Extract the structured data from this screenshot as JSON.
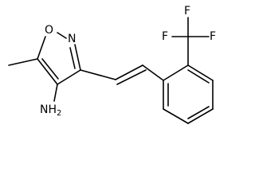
{
  "molecule": {
    "atoms": {
      "ring_oxygen": "O",
      "ring_nitrogen": "N",
      "fluorine_top_left": "F",
      "fluorine_top_right": "F",
      "fluorine_right": "F",
      "amine": "NH",
      "amine_subscript": "2"
    }
  }
}
